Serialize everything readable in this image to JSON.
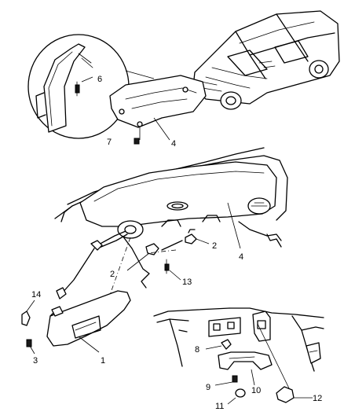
{
  "callouts": {
    "c1": "1",
    "c2a": "2",
    "c2b": "2",
    "c3": "3",
    "c4a": "4",
    "c4b": "4",
    "c6": "6",
    "c7": "7",
    "c8": "8",
    "c9": "9",
    "c10": "10",
    "c11": "11",
    "c12": "12",
    "c13": "13",
    "c14": "14"
  }
}
